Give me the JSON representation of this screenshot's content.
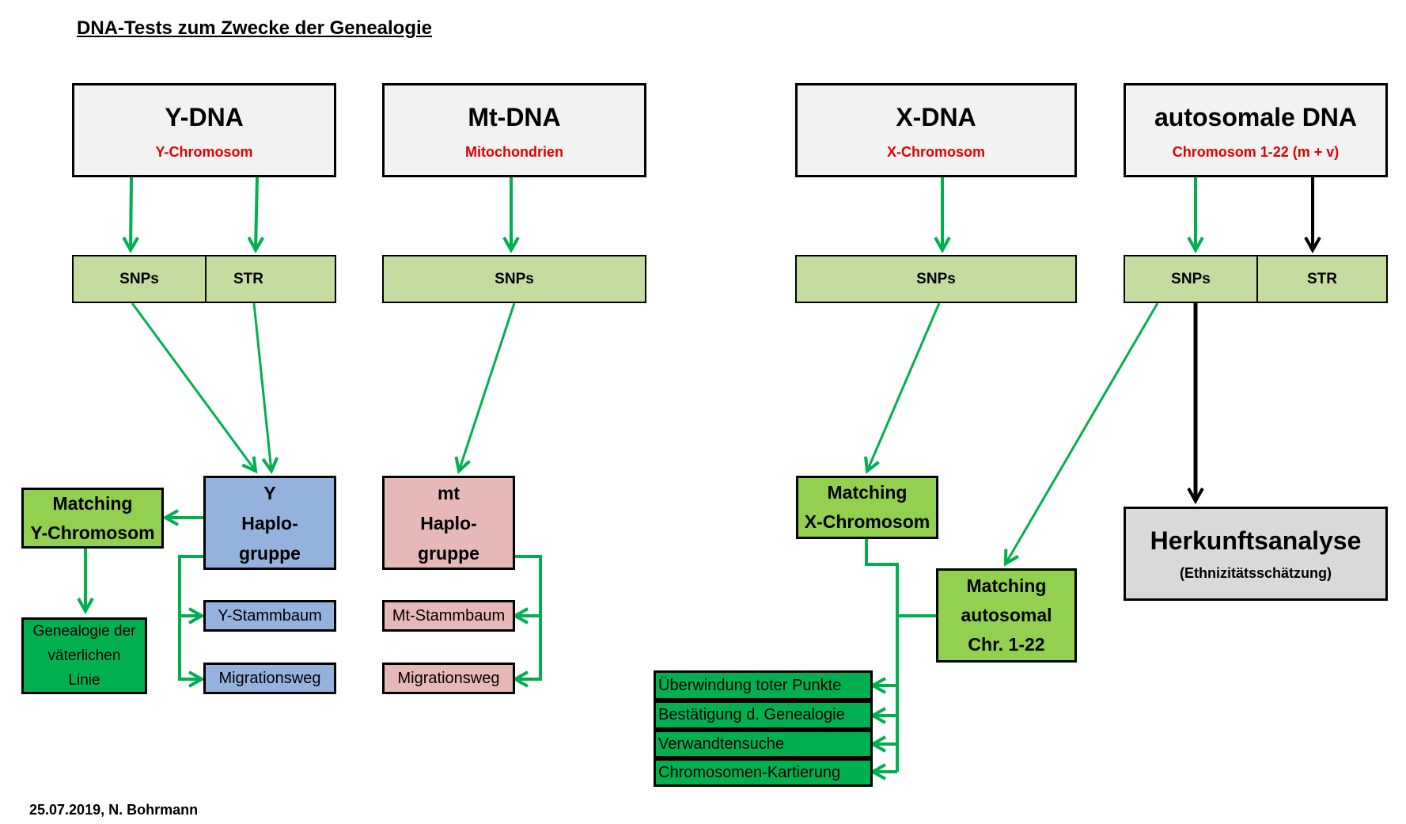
{
  "title": "DNA-Tests zum Zwecke der Genealogie",
  "footer": "25.07.2019, N. Bohrmann",
  "colors": {
    "arrow_green": "#00b050",
    "arrow_black": "#000000",
    "subtitle_red": "#e00000",
    "snp_green": "#c4dca0",
    "haplo_blue": "#94b3dc",
    "haplo_pink": "#e6b8b8",
    "match_green": "#92d050",
    "leaf_green": "#00b050",
    "analysis_grey": "#d9d9d9"
  },
  "ydna": {
    "title": "Y-DNA",
    "subtitle": "Y-Chromosom",
    "snps": "SNPs",
    "str": "STR",
    "haplo": [
      "Y",
      "Haplo-",
      "gruppe"
    ],
    "matching": [
      "Matching",
      "Y-Chromosom"
    ],
    "genealogy": [
      "Genealogie der",
      "väterlichen",
      "Linie"
    ],
    "stammbaum": "Y-Stammbaum",
    "migration": "Migrationsweg"
  },
  "mtdna": {
    "title": "Mt-DNA",
    "subtitle": "Mitochondrien",
    "snps": "SNPs",
    "haplo": [
      "mt",
      "Haplo-",
      "gruppe"
    ],
    "stammbaum": "Mt-Stammbaum",
    "migration": "Migrationsweg"
  },
  "xdna": {
    "title": "X-DNA",
    "subtitle": "X-Chromosom",
    "snps": "SNPs",
    "matching": [
      "Matching",
      "X-Chromosom"
    ]
  },
  "autodna": {
    "title": "autosomale DNA",
    "subtitle": "Chromosom 1-22 (m + v)",
    "snps": "SNPs",
    "str": "STR",
    "matching": [
      "Matching",
      "autosomal",
      "Chr. 1-22"
    ],
    "analysis": "Herkunftsanalyse",
    "analysis_sub": "(Ethnizitätsschätzung)"
  },
  "uses": [
    "Überwindung toter Punkte",
    "Bestätigung d. Genealogie",
    "Verwandtensuche",
    "Chromosomen-Kartierung"
  ]
}
